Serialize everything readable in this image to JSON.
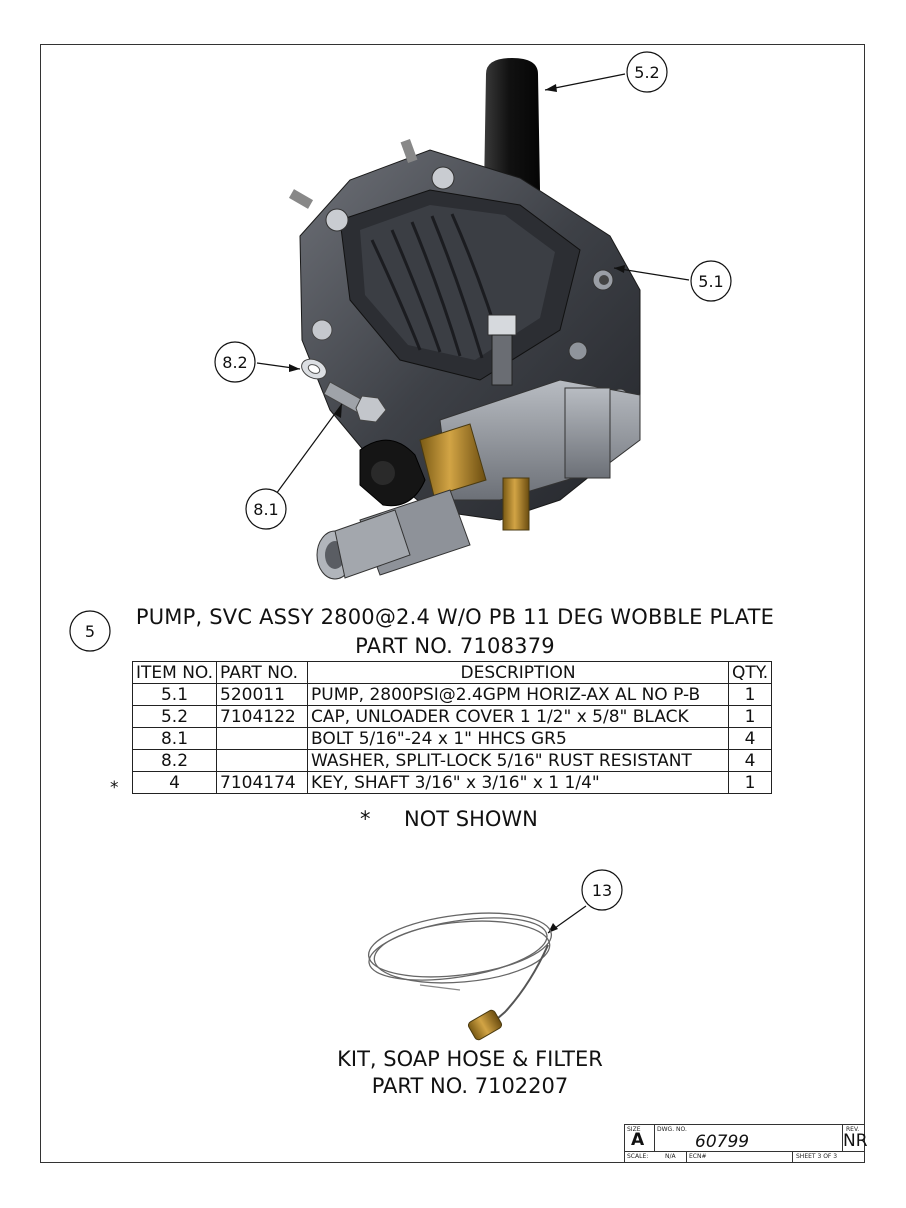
{
  "callouts": {
    "c52": "5.2",
    "c51": "5.1",
    "c82": "8.2",
    "c81": "8.1",
    "c5": "5",
    "c13": "13"
  },
  "assembly": {
    "title_line1": "PUMP, SVC ASSY 2800@2.4 W/O PB 11 DEG WOBBLE PLATE",
    "title_line2": "PART NO. 7108379"
  },
  "table": {
    "headers": [
      "ITEM NO.",
      "PART NO.",
      "DESCRIPTION",
      "QTY."
    ],
    "rows": [
      {
        "marker": "",
        "item": "5.1",
        "part": "520011",
        "desc": "PUMP, 2800PSI@2.4GPM HORIZ-AX AL NO P-B",
        "qty": "1"
      },
      {
        "marker": "",
        "item": "5.2",
        "part": "7104122",
        "desc": "CAP, UNLOADER COVER 1 1/2\" x 5/8\" BLACK",
        "qty": "1"
      },
      {
        "marker": "",
        "item": "8.1",
        "part": "",
        "desc": "BOLT 5/16\"-24 x 1\" HHCS GR5",
        "qty": "4"
      },
      {
        "marker": "",
        "item": "8.2",
        "part": "",
        "desc": "WASHER, SPLIT-LOCK 5/16\" RUST RESISTANT",
        "qty": "4"
      },
      {
        "marker": "*",
        "item": "4",
        "part": "7104174",
        "desc": "KEY, SHAFT 3/16\" x 3/16\" x 1 1/4\"",
        "qty": "1"
      }
    ]
  },
  "note": {
    "symbol": "*",
    "text": "NOT SHOWN"
  },
  "kit": {
    "line1": "KIT, SOAP HOSE & FILTER",
    "line2": "PART NO. 7102207"
  },
  "title_block": {
    "size_label": "SIZE",
    "size": "A",
    "dwg_label": "DWG.  NO.",
    "dwg_no": "60799",
    "rev_label": "REV.",
    "rev": "NR",
    "scale_label": "SCALE:",
    "scale": "N/A",
    "ecn_label": "ECN#",
    "sheet": "SHEET 3 OF 3"
  }
}
